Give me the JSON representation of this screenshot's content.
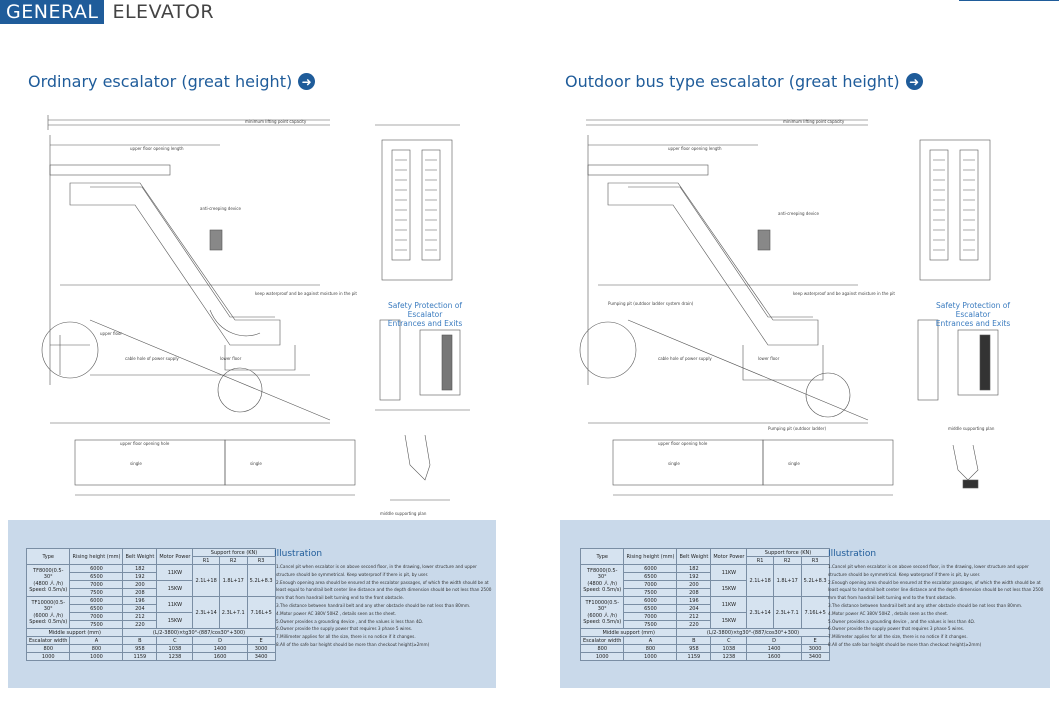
{
  "header": {
    "general": "GENERAL",
    "elevator": "ELEVATOR"
  },
  "left": {
    "title": "Ordinary escalator (great height)",
    "safety_title": "Safety Protection of Escalator\nEntrances and Exits",
    "illustration_title": "Illustration"
  },
  "right": {
    "title": "Outdoor bus type escalator (great height)",
    "safety_title": "Safety Protection of Escalator\nEntrances and Exits",
    "illustration_title": "Illustration"
  },
  "spec_table": {
    "header": [
      "Type",
      "Rising height (mm)",
      "Belt Weight",
      "Motor Power",
      "Support force (KN)"
    ],
    "support_cols": [
      "R1",
      "R2",
      "R3"
    ],
    "groups": [
      {
        "type": "TF8000(0.5-30°\n(4800 人 /h)\nSpeed: 0.5m/s)",
        "rows": [
          [
            "6000",
            "182"
          ],
          [
            "6500",
            "192"
          ],
          [
            "7000",
            "200"
          ],
          [
            "7500",
            "208"
          ]
        ],
        "power": [
          "11KW",
          "15KW"
        ],
        "forces": [
          "2.1L+18",
          "1.8L+17",
          "5.2L+8.3"
        ]
      },
      {
        "type": "TF10000(0.5-30°\n(6000 人 /h)\nSpeed: 0.5m/s)",
        "rows": [
          [
            "6000",
            "196"
          ],
          [
            "6500",
            "204"
          ],
          [
            "7000",
            "212"
          ],
          [
            "7500",
            "220"
          ]
        ],
        "power": [
          "11KW",
          "15KW"
        ],
        "forces": [
          "2.3L+14",
          "2.3L+7.1",
          "7.16L+5"
        ]
      }
    ],
    "middle_support_label": "Middle support (mm)",
    "middle_support_value": "(L/2-3800)×tg30°-(887/cos30°+300)",
    "escalator_width_label": "Escalator width",
    "width_cols": [
      "A",
      "B",
      "C",
      "D",
      "E"
    ],
    "width_rows": [
      [
        "800",
        "800",
        "958",
        "1038",
        "1400",
        "3000"
      ],
      [
        "1000",
        "1000",
        "1159",
        "1238",
        "1600",
        "3400"
      ]
    ]
  },
  "illustration": [
    "1.Cancel pit when escalator is on above second floor, in the drawing, lower structure and upper structure should be symmetrical. Keep waterproof if there is pit, by user.",
    "2.Enough opening area should be ensured at the escalator passages, of which the width should be at least equal to handrail belt center line distance and the depth dimension should be not less than 2500 mm that from handrail belt turning end to the front obstacle.",
    "3.The distance between handrail belt and any other obstacle should be not less than 80mm.",
    "4.Motor power AC 380V 50HZ , details seen as the sheet.",
    "5.Owner provides a grounding device , and the values is less than 4Ω.",
    "6.Owner provide the supply power that requires 3 phase 5 wires.",
    "7.Millimeter applies for all the size, there is no notice if it changes.",
    "8.All of the safe bar height should be more than checkout height(≥2mm)"
  ]
}
